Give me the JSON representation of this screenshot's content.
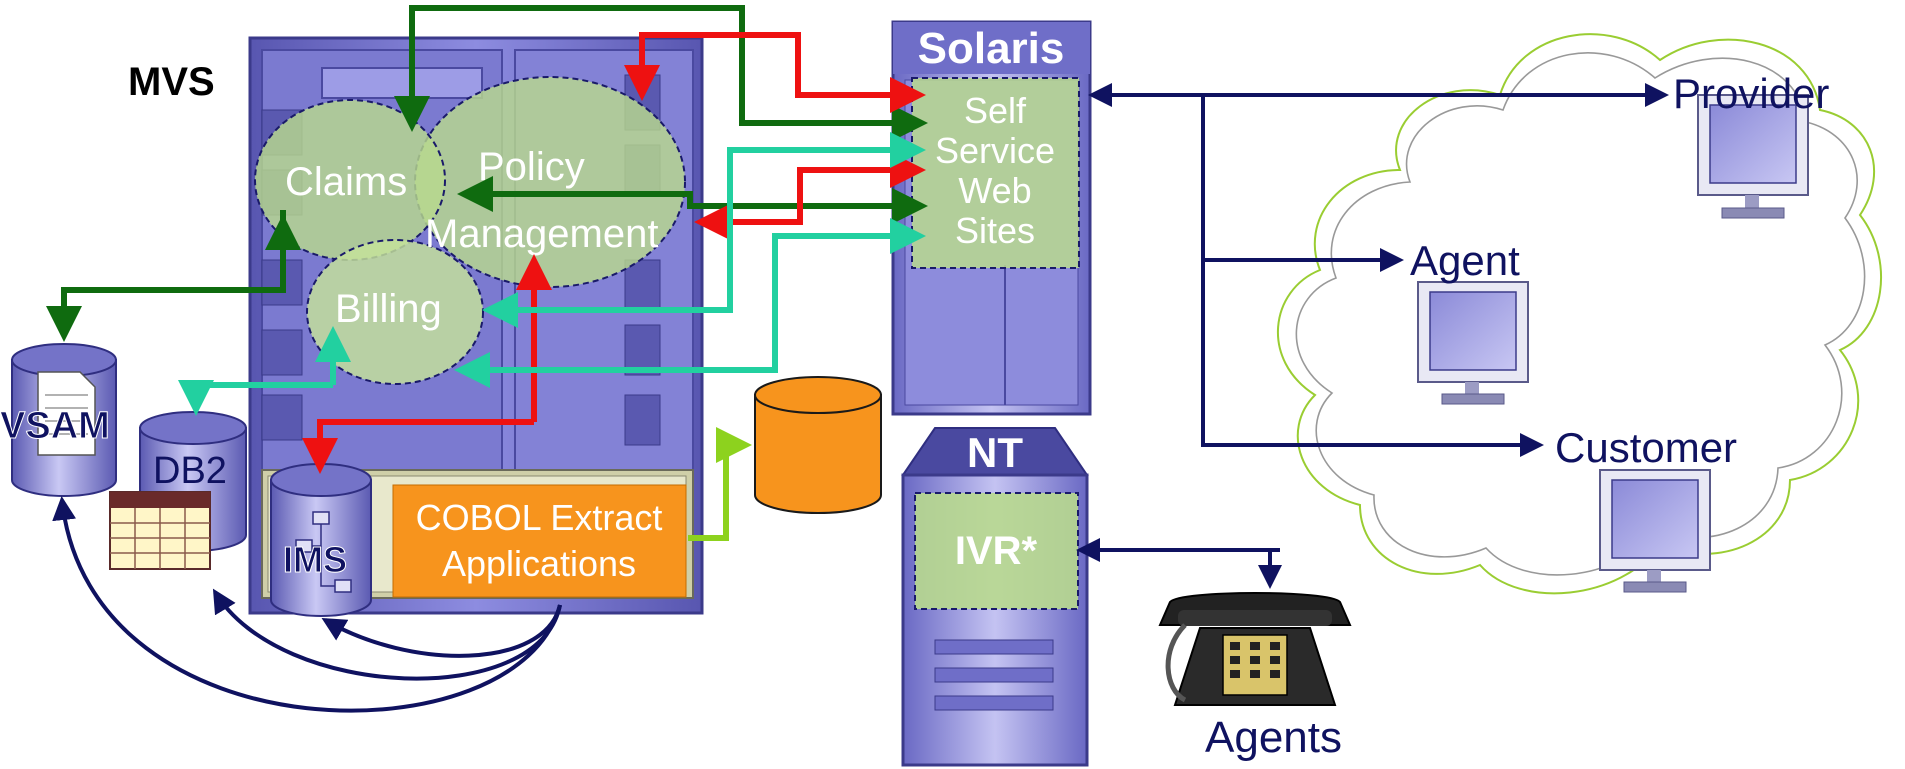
{
  "mainframe": {
    "label": "MVS",
    "apps": {
      "claims": "Claims",
      "policy_line1": "Policy",
      "policy_line2": "Management",
      "billing": "Billing"
    },
    "cobol_line1": "COBOL Extract",
    "cobol_line2": "Applications"
  },
  "databases": {
    "vsam": "VSAM",
    "db2": "DB2",
    "ims": "IMS"
  },
  "solaris": {
    "label": "Solaris",
    "box_lines": [
      "Self",
      "Service",
      "Web",
      "Sites"
    ]
  },
  "nt": {
    "label": "NT",
    "ivr": "IVR*"
  },
  "phone_label": "Agents",
  "cloud": {
    "provider": "Provider",
    "agent": "Agent",
    "customer": "Customer"
  },
  "colors": {
    "mainframe": "#6f6ec8",
    "app_bubble": "#b8d98e",
    "cobol": "#f7941d",
    "dark_green_arrow": "#0f6b0f",
    "red_arrow": "#ee1111",
    "teal_arrow": "#22d0a0",
    "navy_arrow": "#0f1260",
    "lime_arrow": "#8dd21e",
    "cloud_outline": "#9acd32"
  }
}
